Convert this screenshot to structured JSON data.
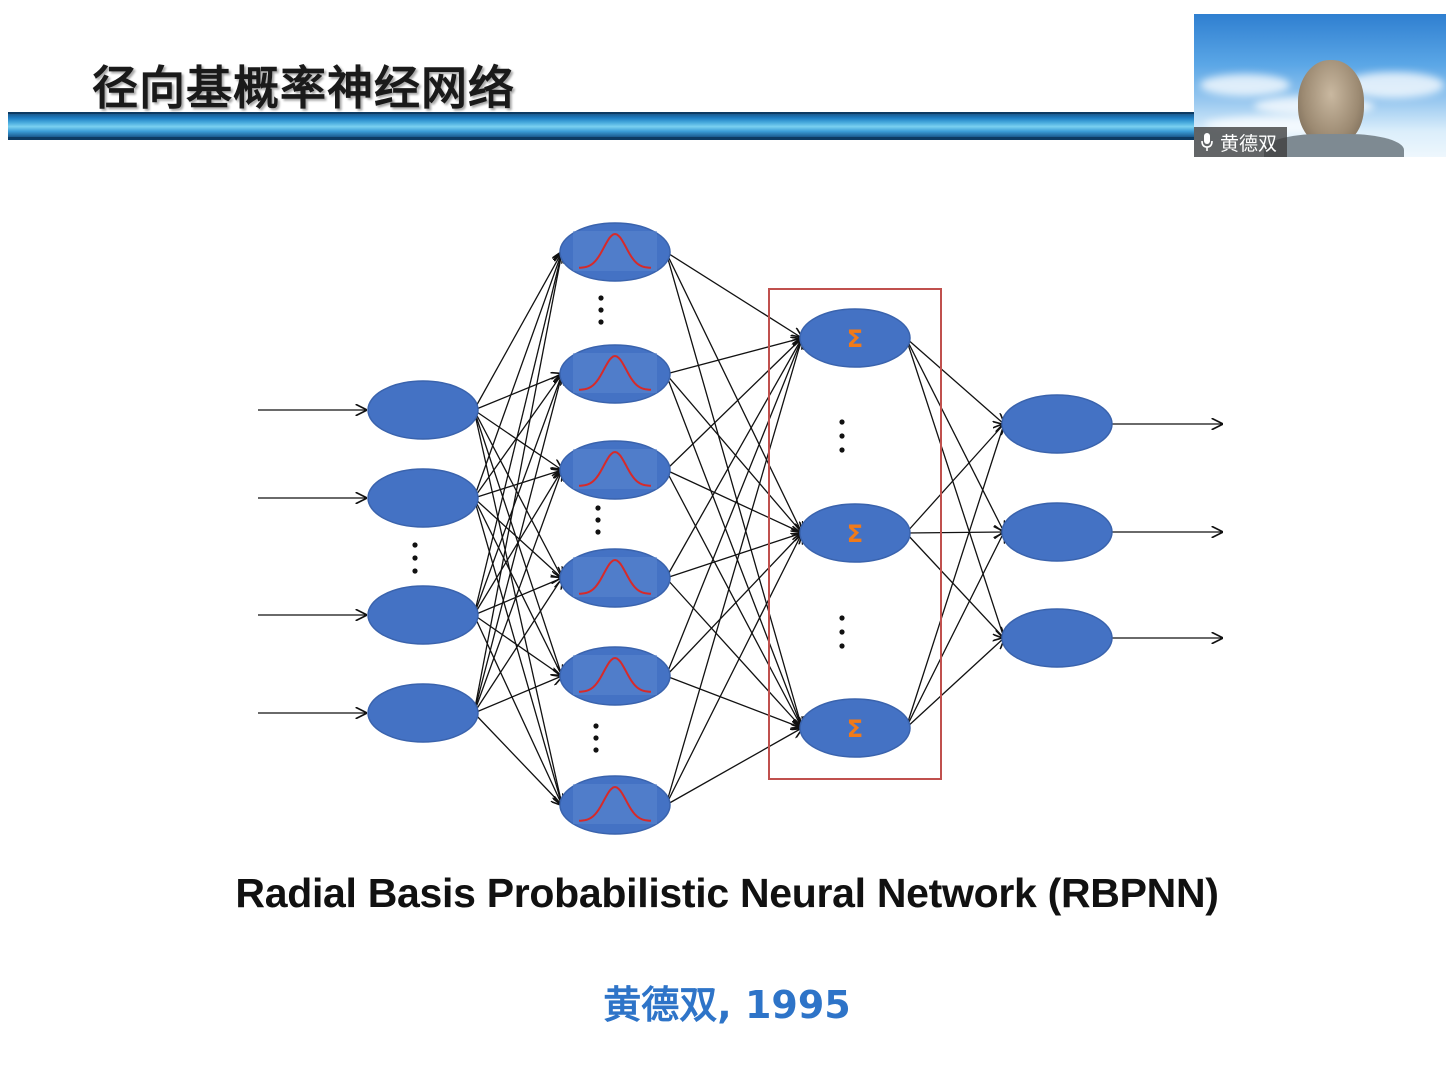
{
  "slide": {
    "title": "径向基概率神经网络",
    "caption": "Radial Basis Probabilistic Neural Network (RBPNN)",
    "credit": "黄德双, 1995"
  },
  "video": {
    "participant_name": "黄德双",
    "mic_icon": "microphone-icon"
  },
  "diagram": {
    "node_symbol": "Σ",
    "colors": {
      "node_fill": "#4472c4",
      "node_stroke": "#3a63ad",
      "gaussian_curve": "#d62a2a",
      "sigma": "#f07a1a",
      "highlight_box": "#c0504d",
      "edges": "#111111"
    }
  }
}
